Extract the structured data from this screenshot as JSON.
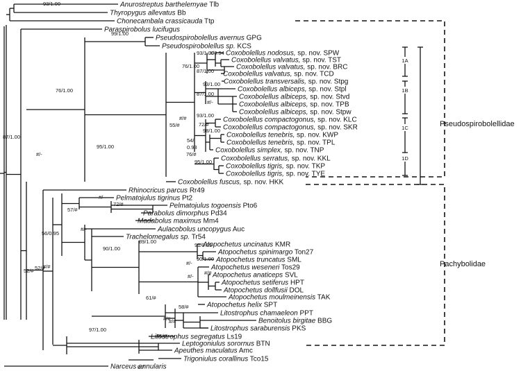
{
  "tips": [
    {
      "genus": "Anurostreptus",
      "epithet": "barthelemyae",
      "code": "Tlb"
    },
    {
      "genus": "Thyropygus",
      "epithet": "allevatus",
      "code": "Bb"
    },
    {
      "genus": "Chonecambala",
      "epithet": "crassicauda",
      "code": "Ttp"
    },
    {
      "genus": "Paraspirobolus",
      "epithet": "lucifugus",
      "code": ""
    },
    {
      "genus": "Pseudospirobolellus",
      "epithet": "avernus",
      "code": "GPG"
    },
    {
      "genus": "Pseudospirobolellus",
      "epithet": "sp.",
      "code": "KCS"
    },
    {
      "genus": "Coxobolellus",
      "epithet": "nodosus,",
      "code": "sp. nov. SPW"
    },
    {
      "genus": "Coxobolellus",
      "epithet": "valvatus,",
      "code": "sp. nov. TST"
    },
    {
      "genus": "Coxobolellus",
      "epithet": "valvatus,",
      "code": "sp. nov. BRC"
    },
    {
      "genus": "Coxobolellus",
      "epithet": "valvatus,",
      "code": "sp. nov. TCD"
    },
    {
      "genus": "Coxobolellus",
      "epithet": "transversalis,",
      "code": "sp. nov. Stpg"
    },
    {
      "genus": "Coxobolellus",
      "epithet": "albiceps,",
      "code": "sp. nov. Stpl"
    },
    {
      "genus": "Coxobolellus",
      "epithet": "albiceps,",
      "code": "sp. nov. Stvd"
    },
    {
      "genus": "Coxobolellus",
      "epithet": "albiceps,",
      "code": "sp. nov. TPB"
    },
    {
      "genus": "Coxobolellus",
      "epithet": "albiceps,",
      "code": "sp. nov. Stpw"
    },
    {
      "genus": "Coxobolellus",
      "epithet": "compactogonus,",
      "code": "sp. nov. KLC"
    },
    {
      "genus": "Coxobolellus",
      "epithet": "compactogonus,",
      "code": "sp. nov. SKR"
    },
    {
      "genus": "Coxobolellus",
      "epithet": "tenebris,",
      "code": "sp. nov. KWP"
    },
    {
      "genus": "Coxobolellus",
      "epithet": "tenebris,",
      "code": "sp. nov. TPL"
    },
    {
      "genus": "Coxobolellus",
      "epithet": "simplex,",
      "code": "sp. nov. TNP"
    },
    {
      "genus": "Coxobolellus",
      "epithet": "serratus,",
      "code": "sp. nov. KKL"
    },
    {
      "genus": "Coxobolellus",
      "epithet": "tigris,",
      "code": "sp. nov. TKP"
    },
    {
      "genus": "Coxobolellus",
      "epithet": "tigris,",
      "code": "sp. nov. TYE"
    },
    {
      "genus": "Coxobolellus",
      "epithet": "fuscus,",
      "code": "sp. nov. HKK"
    },
    {
      "genus": "Rhinocricus",
      "epithet": "parcus",
      "code": "Rr49"
    },
    {
      "genus": "Pelmatojulus",
      "epithet": "tigrinus",
      "code": "Pt2"
    },
    {
      "genus": "Pelmatojulus",
      "epithet": "togoensis",
      "code": "Pto6"
    },
    {
      "genus": "Parabolus",
      "epithet": "dimorphus",
      "code": "Pd34"
    },
    {
      "genus": "Madabolus",
      "epithet": "maximus",
      "code": "Mm4"
    },
    {
      "genus": "Aulacobolus",
      "epithet": "uncopygus",
      "code": "Auc"
    },
    {
      "genus": "Trachelomegalus",
      "epithet": "sp.",
      "code": "Tr54"
    },
    {
      "genus": "Atopochetus",
      "epithet": "uncinatus",
      "code": "KMR"
    },
    {
      "genus": "Atopochetus",
      "epithet": "spinimargo",
      "code": "Ton27"
    },
    {
      "genus": "Atopochetus",
      "epithet": "truncatus",
      "code": "SML"
    },
    {
      "genus": "Atopochetus",
      "epithet": "weseneri",
      "code": "Tos29"
    },
    {
      "genus": "Atopochetus",
      "epithet": "anaticeps",
      "code": "SVL"
    },
    {
      "genus": "Atopochetus",
      "epithet": "setiferus",
      "code": "HPT"
    },
    {
      "genus": "Atopochetus",
      "epithet": "dollfusii",
      "code": "DOL"
    },
    {
      "genus": "Atopochetus",
      "epithet": "moulmeinensis",
      "code": "TAK"
    },
    {
      "genus": "Atopochetus",
      "epithet": "helix",
      "code": "SPT"
    },
    {
      "genus": "Litostrophus",
      "epithet": "chamaeleon",
      "code": "PPT"
    },
    {
      "genus": "Benoitolus",
      "epithet": "birgitae",
      "code": "BBG"
    },
    {
      "genus": "Litostrophus",
      "epithet": "saraburensis",
      "code": "PKS"
    },
    {
      "genus": "Litostrophus",
      "epithet": "segregatus",
      "code": "Ls19"
    },
    {
      "genus": "Leptogoniulus",
      "epithet": "sorornus",
      "code": "BTN"
    },
    {
      "genus": "Apeuthes",
      "epithet": "maculatus",
      "code": "Amc"
    },
    {
      "genus": "Trigoniulus",
      "epithet": "corallinus",
      "code": "Tco15"
    },
    {
      "genus": "Narceus",
      "epithet": "annularis",
      "code": ""
    }
  ],
  "support_values": [
    "93/1.00",
    "87/1.00",
    "99/1.00",
    "93/1.00",
    "#/0.94",
    "87/1.00",
    "76/1.00",
    "93/1.00",
    "87/1.00",
    "#/-",
    "#/#",
    "93/1.00",
    "72/#",
    "98/1.00",
    "55/#",
    "54/",
    "0.93",
    "76/#",
    "95/1.00",
    "95/1.00",
    "76/1.00",
    "#/-",
    "56/0.95",
    "52/#",
    "#/-",
    "72/#",
    "57/#",
    "#/-",
    "89/1.00",
    "91/0.99",
    "90/1.00",
    "#/-",
    "#/-",
    "#/#",
    "90/1.00",
    "61/#",
    "#/#",
    "58/#",
    "#/#",
    "97/1.00",
    "75/#",
    "#/#",
    "52/#"
  ],
  "clades": [
    "Pseudospirobolellidae",
    "Pachybolidae"
  ],
  "subclades": [
    "1A",
    "1B",
    "1C",
    "1D"
  ],
  "scale_bar": "0.7"
}
